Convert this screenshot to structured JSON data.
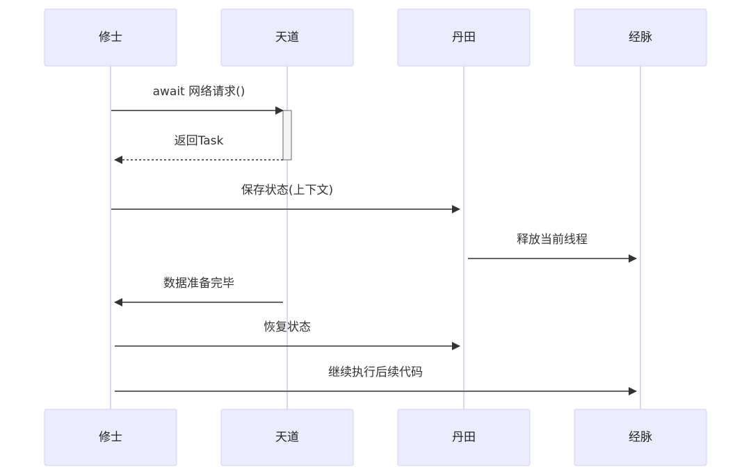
{
  "participants": [
    {
      "id": "p1",
      "label": "修士"
    },
    {
      "id": "p2",
      "label": "天道"
    },
    {
      "id": "p3",
      "label": "丹田"
    },
    {
      "id": "p4",
      "label": "经脉"
    }
  ],
  "messages": [
    {
      "from": "p1",
      "to": "p2",
      "label": "await 网络请求()",
      "style": "solid"
    },
    {
      "from": "p2",
      "to": "p1",
      "label": "返回Task",
      "style": "dashed"
    },
    {
      "from": "p1",
      "to": "p3",
      "label": "保存状态(上下文)",
      "style": "solid"
    },
    {
      "from": "p3",
      "to": "p4",
      "label": "释放当前线程",
      "style": "solid"
    },
    {
      "from": "p2",
      "to": "p1",
      "label": "数据准备完毕",
      "style": "solid"
    },
    {
      "from": "p1",
      "to": "p3",
      "label": "恢复状态",
      "style": "solid"
    },
    {
      "from": "p1",
      "to": "p4",
      "label": "继续执行后续代码",
      "style": "solid"
    }
  ],
  "activations": [
    {
      "participant": "p2",
      "from_message": 0,
      "to_message": 1
    }
  ]
}
